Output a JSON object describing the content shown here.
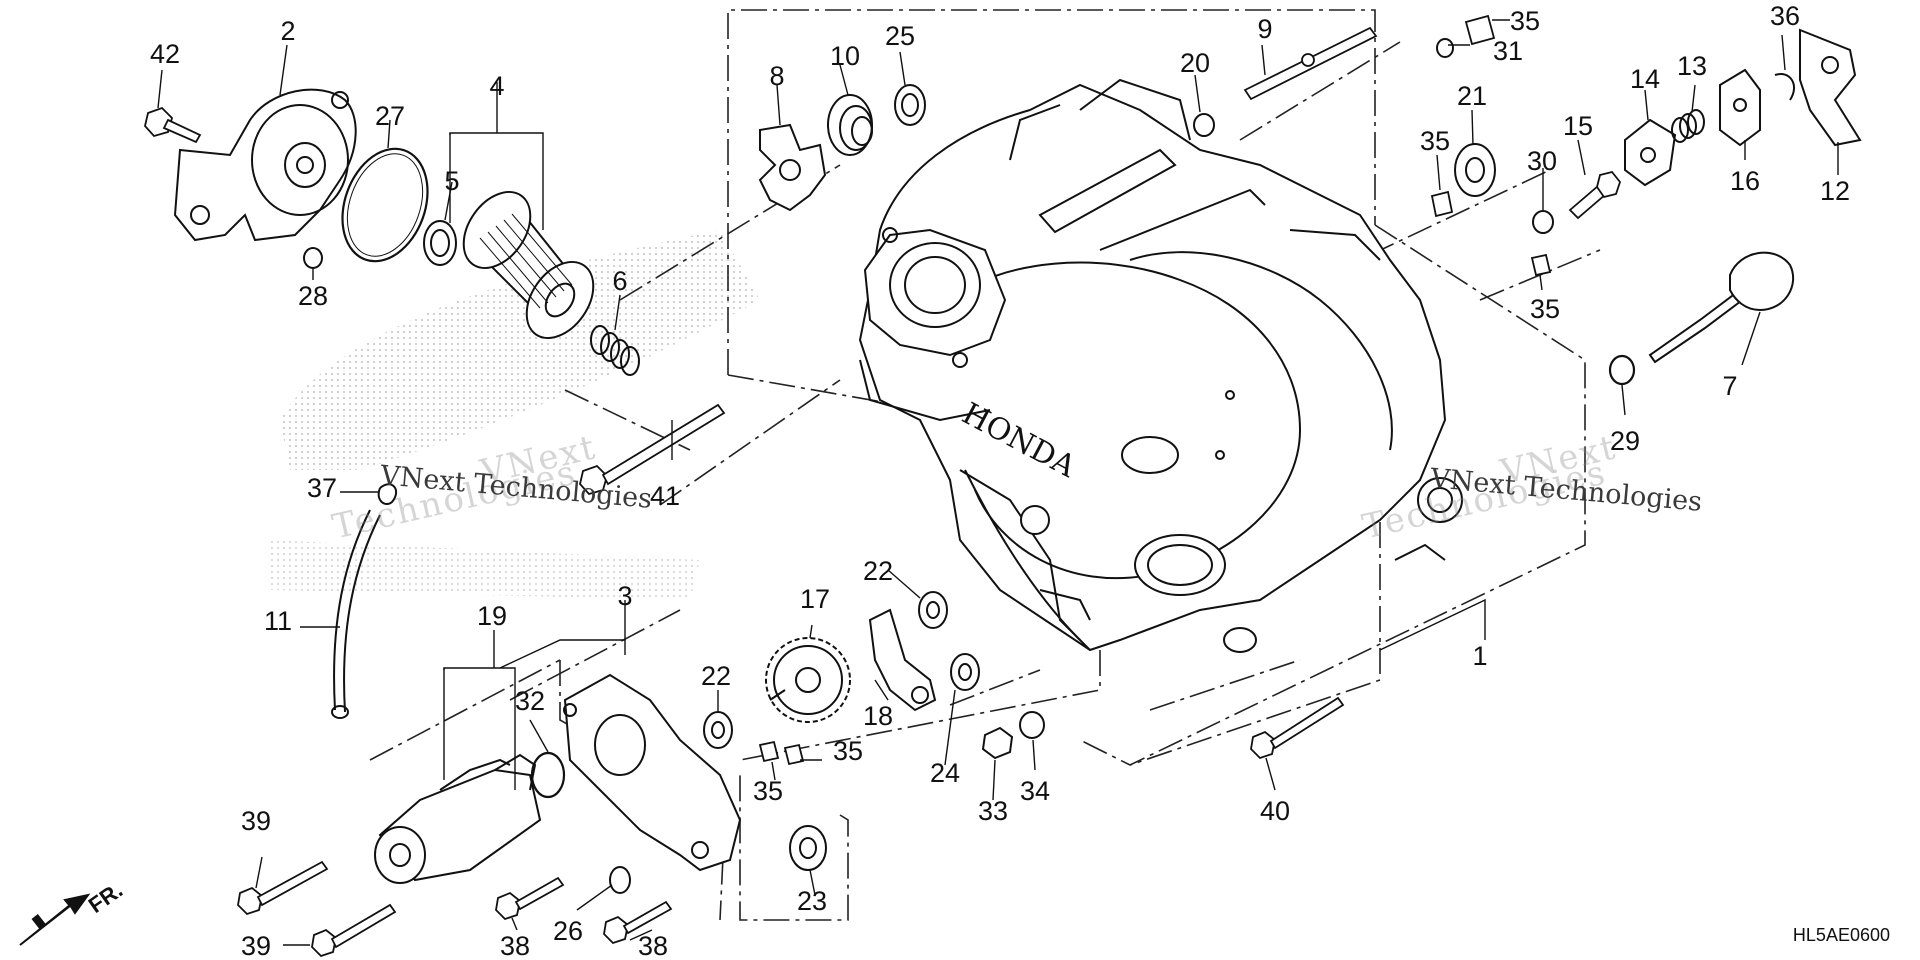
{
  "diagram": {
    "labels": [
      "1",
      "2",
      "3",
      "4",
      "5",
      "6",
      "7",
      "8",
      "9",
      "10",
      "11",
      "12",
      "13",
      "14",
      "15",
      "16",
      "17",
      "18",
      "19",
      "20",
      "21",
      "22",
      "22",
      "23",
      "24",
      "25",
      "26",
      "27",
      "28",
      "29",
      "30",
      "31",
      "32",
      "33",
      "34",
      "35",
      "35",
      "35",
      "35",
      "35",
      "36",
      "37",
      "38",
      "38",
      "39",
      "39",
      "40",
      "41",
      "42"
    ],
    "direction_label": "FR.",
    "watermark": [
      "VNext",
      "Technologies"
    ],
    "watermark_line": "VNext Technologies",
    "diagram_code": "HL5AE0600"
  }
}
